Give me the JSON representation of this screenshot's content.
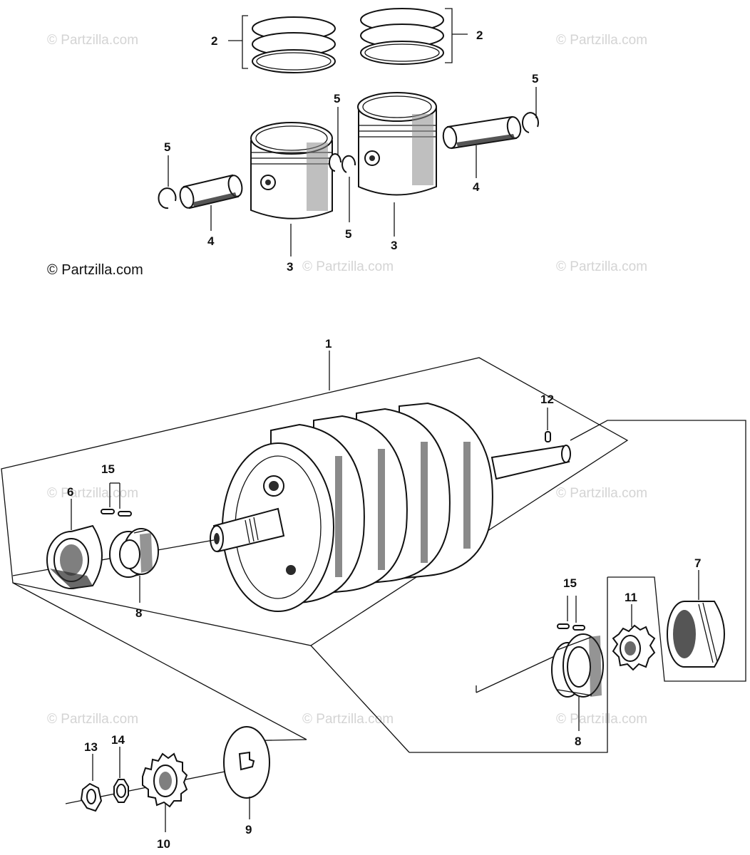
{
  "watermark": {
    "faint_text": "© Partzilla.com",
    "strong_text": "© Partzilla.com"
  },
  "callouts": {
    "c2_left": "2",
    "c2_right": "2",
    "c5_left": "5",
    "c5_mid_top": "5",
    "c5_mid_bottom": "5",
    "c5_right": "5",
    "c4_left": "4",
    "c4_right": "4",
    "c3_left": "3",
    "c3_right": "3",
    "c1": "1",
    "c12": "12",
    "c15_left": "15",
    "c15_right": "15",
    "c6": "6",
    "c8_left": "8",
    "c8_right": "8",
    "c7": "7",
    "c11": "11",
    "c13": "13",
    "c14": "14",
    "c10": "10",
    "c9": "9"
  },
  "colors": {
    "ink": "#111111",
    "watermark": "#d4d4d4",
    "background": "#ffffff"
  }
}
